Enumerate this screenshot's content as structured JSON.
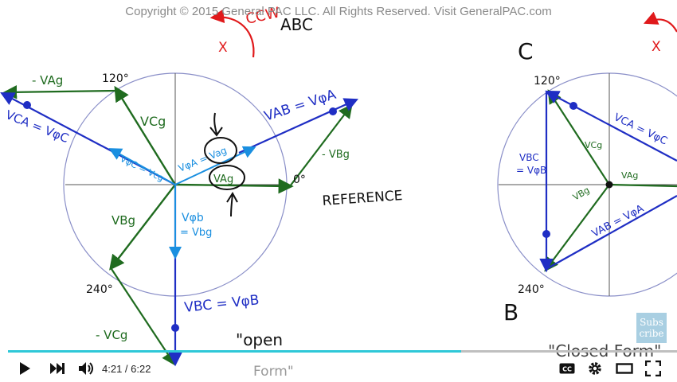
{
  "video": {
    "copyright": "Copyright © 2015 General PAC LLC. All Rights Reserved. Visit GeneralPAC.com",
    "progress_fraction": 0.677,
    "current_time": "4:21",
    "duration": "6:22",
    "time_display": "4:21 / 6:22",
    "accent_color": "#2ec8d8"
  },
  "controls": {
    "play_icon": "play-icon",
    "next_icon": "next-icon",
    "volume_icon": "volume-icon",
    "cc_label": "CC",
    "settings_icon": "gear-icon",
    "theater_icon": "theater-icon",
    "fullscreen_icon": "fullscreen-icon"
  },
  "subscribe": {
    "line1": "Subs",
    "line2": "cribe"
  },
  "whiteboard": {
    "ccw_label": "CCW",
    "abc_label": "ABC",
    "x_mark": "X",
    "label_120": "120°",
    "label_240": "240°",
    "label_0": "0°",
    "reference": "REFERENCE",
    "neg_vag": "- VAg",
    "vcg": "VCg",
    "vab_eq": "VAB = VφA",
    "vca_eq": "VCA = VφC",
    "vphic_eq": "VφC = Vcg",
    "vphia_eq": "VφA = Vag",
    "vag": "VAg",
    "vphib": "Vφb",
    "eq_vbg": "= Vbg",
    "vbg": "VBg",
    "neg_vbg": "- VBg",
    "vbc_eq": "VBC = VφB",
    "neg_vcg": "- VCg",
    "open_form_1": "\"open",
    "open_form_2": "Form\"",
    "label_c": "C",
    "label_b": "B",
    "label_120_r": "120°",
    "label_240_r": "240°",
    "vbc_r1": "VBC",
    "vbc_r2": "= VφB",
    "vcg_r": "VCg",
    "vag_r": "VAg",
    "vbg_r": "VBg",
    "vca_r": "VCA = VφC",
    "vab_r": "VAB = VφA",
    "closed_form": "\"Closed Form\""
  },
  "colors": {
    "blue": "#1f2ec4",
    "green": "#1f6b1f",
    "light_blue": "#1a8fe0",
    "red": "#e0191b",
    "black": "#111111",
    "circle": "#8a8fc8"
  }
}
